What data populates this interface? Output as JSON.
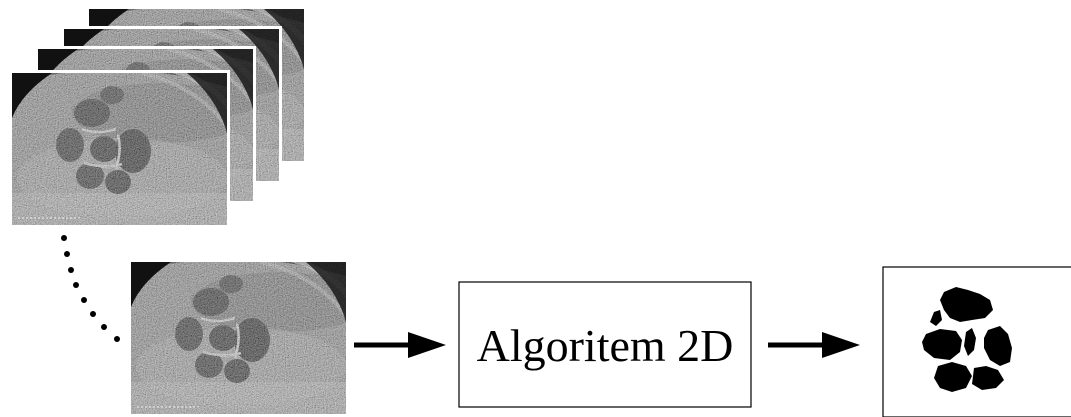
{
  "diagram": {
    "algorithm_box": {
      "label": "Algoritem 2D"
    },
    "stack": {
      "slice_count": 4
    },
    "icons": {
      "ultrasound_slice": "ultrasound-image",
      "segmentation_result": "binary-segmentation-mask",
      "flow_arrow": "right-arrow",
      "selection_link": "dotted-curve"
    },
    "colors": {
      "stroke": "#000000",
      "background": "#ffffff",
      "mask": "#000000"
    }
  }
}
